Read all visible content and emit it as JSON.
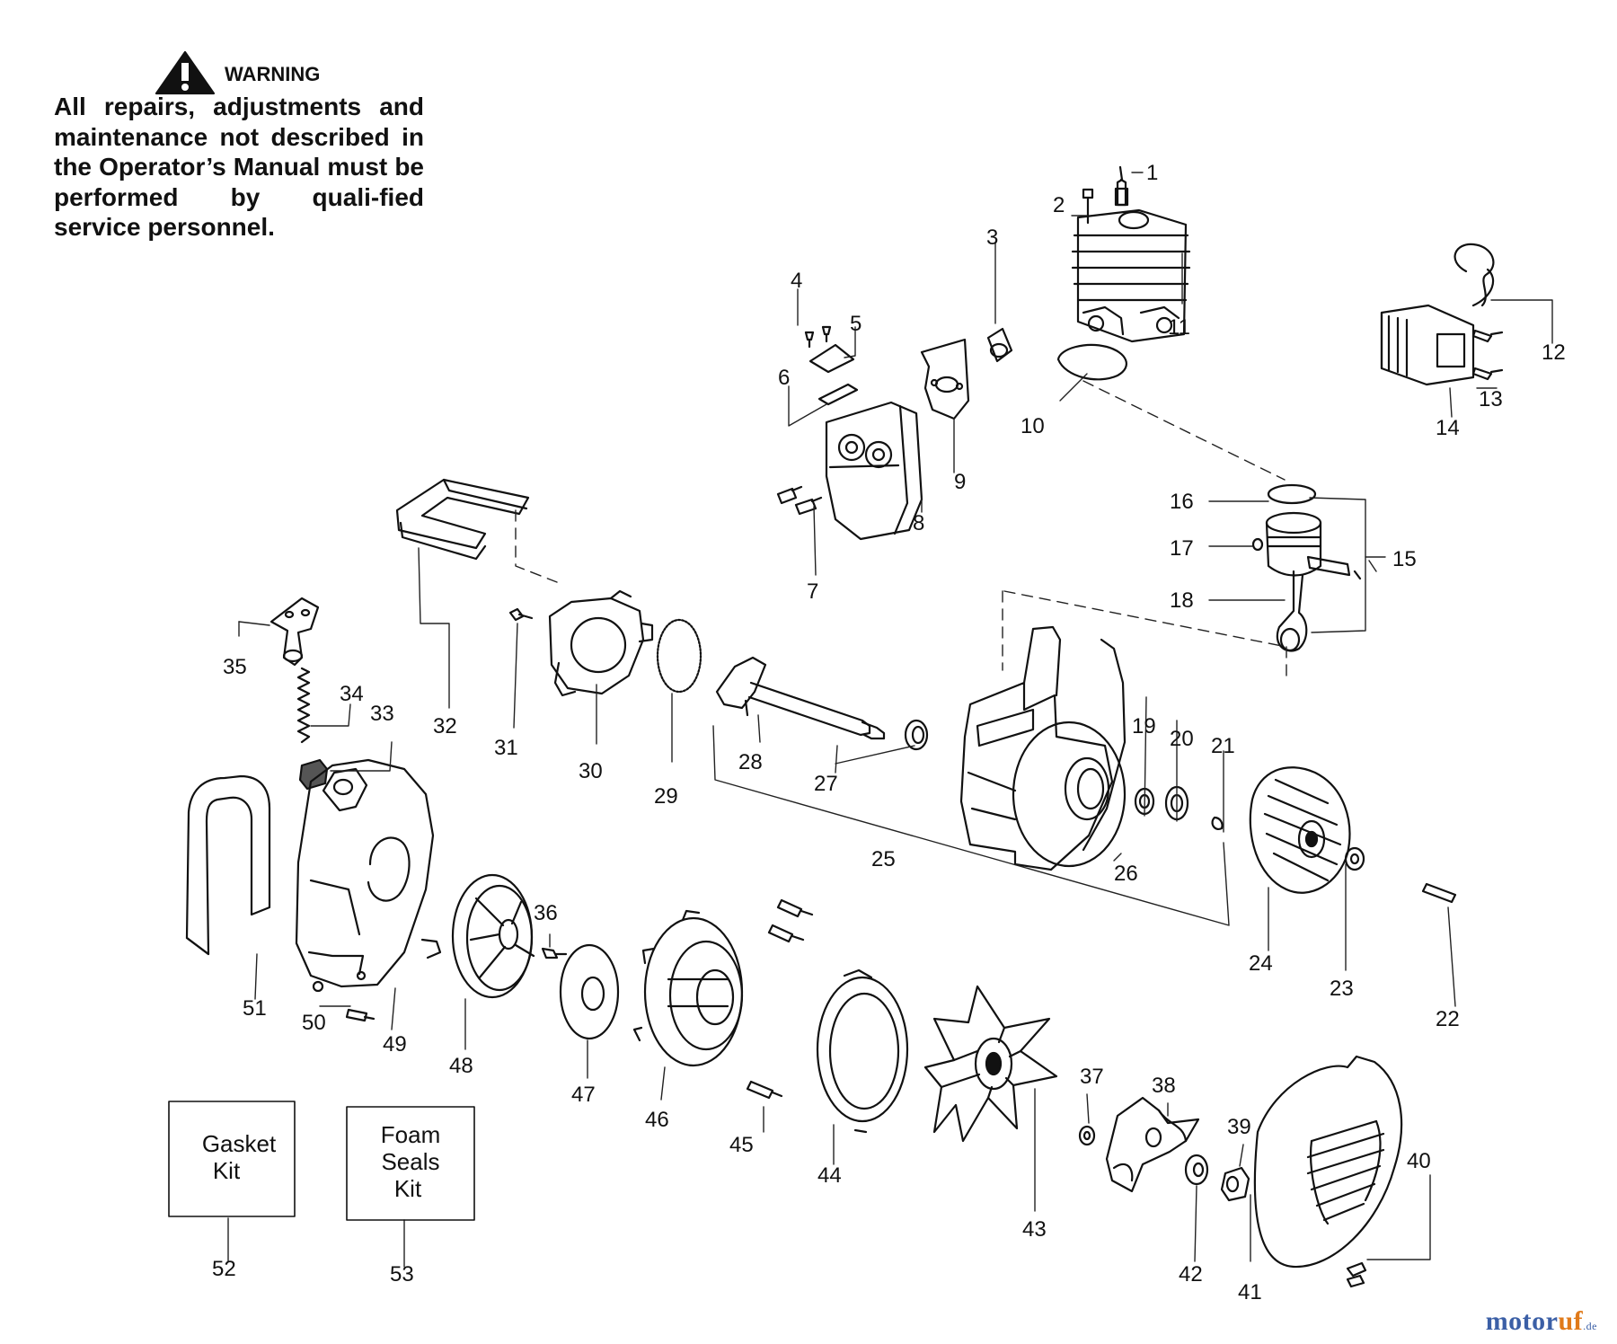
{
  "warning": {
    "title": "WARNING",
    "text": "All repairs, adjustments and maintenance not described in the Operator’s Manual must be performed by quali-fied service personnel."
  },
  "labels": [
    "1",
    "2",
    "3",
    "4",
    "5",
    "6",
    "7",
    "8",
    "9",
    "10",
    "11",
    "12",
    "13",
    "14",
    "15",
    "16",
    "17",
    "18",
    "19",
    "20",
    "21",
    "22",
    "23",
    "24",
    "25",
    "26",
    "27",
    "28",
    "29",
    "30",
    "31",
    "32",
    "33",
    "34",
    "35",
    "36",
    "37",
    "38",
    "39",
    "40",
    "41",
    "42",
    "43",
    "44",
    "45",
    "46",
    "47",
    "48",
    "49",
    "50",
    "51",
    "52",
    "53"
  ],
  "kits": {
    "gasket": [
      "Gasket",
      "Kit"
    ],
    "foam": [
      "Foam",
      "Seals",
      "Kit"
    ]
  },
  "watermark": {
    "a": "motor",
    "b": "uf",
    "c": ".de"
  }
}
